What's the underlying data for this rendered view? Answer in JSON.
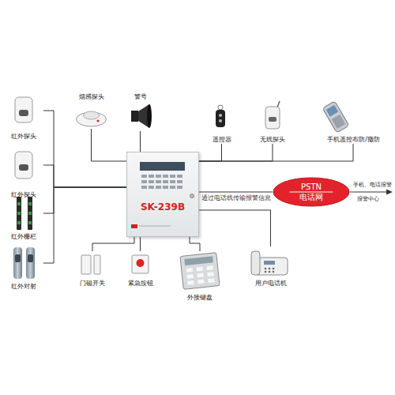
{
  "diagram": {
    "nodes": [
      {
        "text": [
          "红外探头"
        ]
      },
      {
        "text": [
          "烟感探头"
        ]
      },
      {
        "text": [
          "警号"
        ]
      },
      {
        "text": [
          "遥控器"
        ]
      },
      {
        "text": [
          "无线探头"
        ]
      },
      {
        "text": [
          "手机遥控布防/撤防"
        ]
      },
      {
        "text": [
          "红外探头"
        ]
      },
      {
        "text": [
          "SK-239B"
        ]
      },
      {
        "text": [
          "PSTN",
          "电话网"
        ]
      },
      {
        "text": [
          "红外栅栏"
        ]
      },
      {
        "text": [
          "红外对射"
        ]
      },
      {
        "text": [
          "门磁开关"
        ]
      },
      {
        "text": [
          "紧急按钮"
        ]
      },
      {
        "text": [
          "外接键盘"
        ]
      },
      {
        "text": [
          "用户电话机"
        ]
      }
    ],
    "edges": [
      {
        "from": 0,
        "to": 7,
        "arrow": "none"
      },
      {
        "from": 1,
        "to": 7,
        "arrow": "none"
      },
      {
        "from": 2,
        "to": 7,
        "arrow": "none"
      },
      {
        "from": 3,
        "to": 7,
        "arrow": "none"
      },
      {
        "from": 4,
        "to": 7,
        "arrow": "none"
      },
      {
        "from": 5,
        "to": 7,
        "arrow": "none"
      },
      {
        "from": 6,
        "to": 7,
        "arrow": "none"
      },
      {
        "from": 7,
        "to": 8,
        "label": "通过电话线传输报警信息",
        "arrow": "none"
      },
      {
        "from": 9,
        "to": 7,
        "arrow": "none"
      },
      {
        "from": 10,
        "to": 7,
        "arrow": "none"
      },
      {
        "from": 11,
        "to": 7,
        "arrow": "none"
      },
      {
        "from": 12,
        "to": 7,
        "arrow": "none"
      },
      {
        "from": 13,
        "to": 7,
        "arrow": "none"
      },
      {
        "from": 14,
        "to": 7,
        "arrow": "none"
      }
    ],
    "labels": [
      "手机、电话报警",
      "报警中心"
    ]
  }
}
